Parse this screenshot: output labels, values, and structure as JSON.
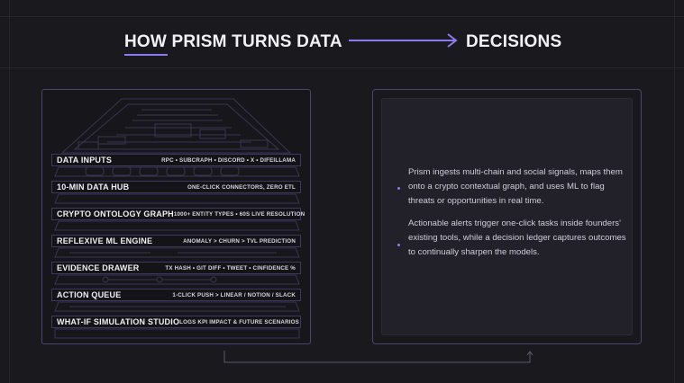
{
  "header": {
    "title_left": "HOW PRISM TURNS DATA",
    "title_right": "DECISIONS"
  },
  "layers": [
    {
      "name": "DATA INPUTS",
      "desc": "RPC • SUBCRAPH • DISCORD • X • DIFEILLAMA"
    },
    {
      "name": "10-MIN DATA HUB",
      "desc": "ONE-CLICK CONNECTORS, ZERO ETL"
    },
    {
      "name": "CRYPTO ONTOLOGY GRAPH",
      "desc": "1000+ ENTITY TYPES • 60S LIVE RESOLUTION"
    },
    {
      "name": "REFLEXIVE ML ENGINE",
      "desc": "ANOMALY > CHURN > TVL PREDICTION"
    },
    {
      "name": "EVIDENCE DRAWER",
      "desc": "TX HASH • GIT DIFF • TWEET • CINFIDENCE %"
    },
    {
      "name": "ACTION QUEUE",
      "desc": "1-CLICK PUSH > LINEAR / NOTION / SLACK"
    },
    {
      "name": "WHAT-IF SIMULATION STUDIO",
      "desc": "LOGS KPI IMPACT & FUTURE SCENARIOS"
    }
  ],
  "description": {
    "paragraph_1": "Prism ingests multi-chain and social signals, maps them onto a crypto contextual graph, and uses ML to flag threats or opportunities in real time.",
    "paragraph_2": "Actionable alerts trigger one-click tasks inside founders' existing tools, while a decision ledger captures outcomes to continually sharpen the models."
  },
  "colors": {
    "background": "#1a191d",
    "accent": "#8a7cf0",
    "panel_border": "#4a4570"
  }
}
